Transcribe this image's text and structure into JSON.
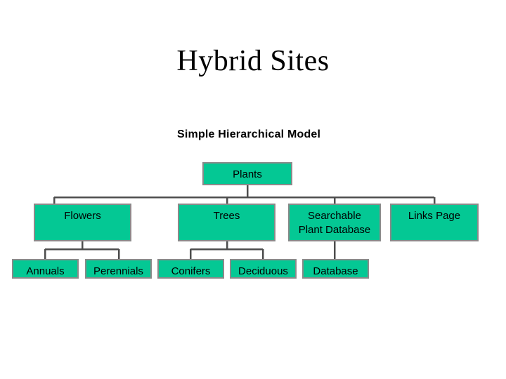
{
  "slide": {
    "title": "Hybrid Sites",
    "background_color": "#ffffff"
  },
  "diagram": {
    "heading": "Simple Hierarchical Model",
    "node_fill_color": "#04C894",
    "node_border_color": "#8a8a8a",
    "connector_color": "#4d4d4d",
    "text_color": "#000000",
    "nodes": {
      "root": {
        "label": "Plants"
      },
      "level2": [
        {
          "label": "Flowers"
        },
        {
          "label": "Trees"
        },
        {
          "label_line1": "Searchable",
          "label_line2": "Plant Database"
        },
        {
          "label": "Links Page"
        }
      ],
      "level3": [
        {
          "label": "Annuals"
        },
        {
          "label": "Perennials"
        },
        {
          "label": "Conifers"
        },
        {
          "label": "Deciduous"
        },
        {
          "label": "Database"
        }
      ]
    }
  }
}
